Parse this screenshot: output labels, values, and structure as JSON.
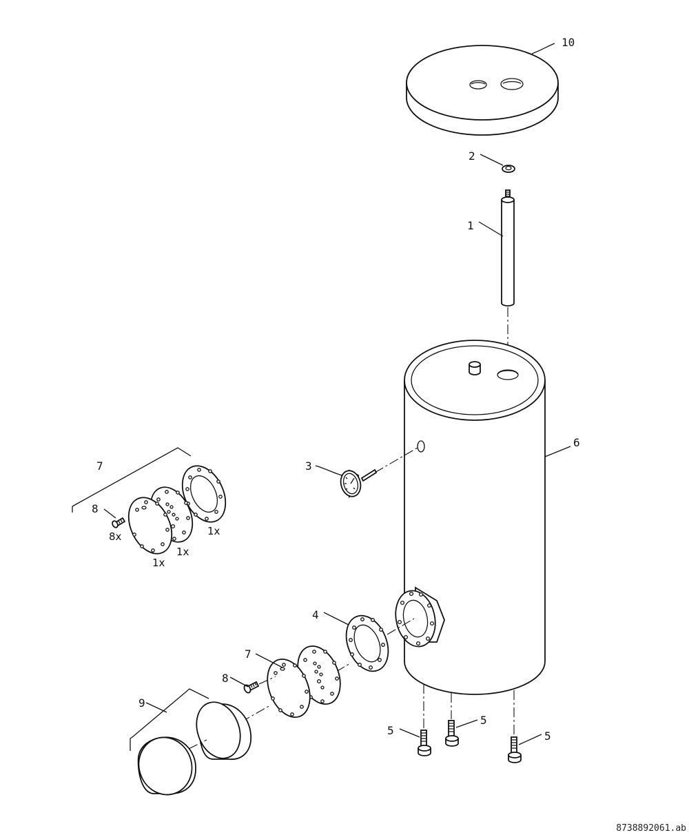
{
  "diagram": {
    "type": "exploded-parts-view",
    "document_ref": "8738892061.ab",
    "part_labels": {
      "p1": "1",
      "p2": "2",
      "p3": "3",
      "p4": "4",
      "p5a": "5",
      "p5b": "5",
      "p5c": "5",
      "p6": "6",
      "p7_top": "7",
      "p7_bottom": "7",
      "p8_top": "8",
      "p8_bottom": "8",
      "p9": "9",
      "p10": "10"
    },
    "quantities": {
      "screws": "8x",
      "inner_plate": "1x",
      "middle_plate": "1x",
      "gasket": "1x"
    }
  }
}
